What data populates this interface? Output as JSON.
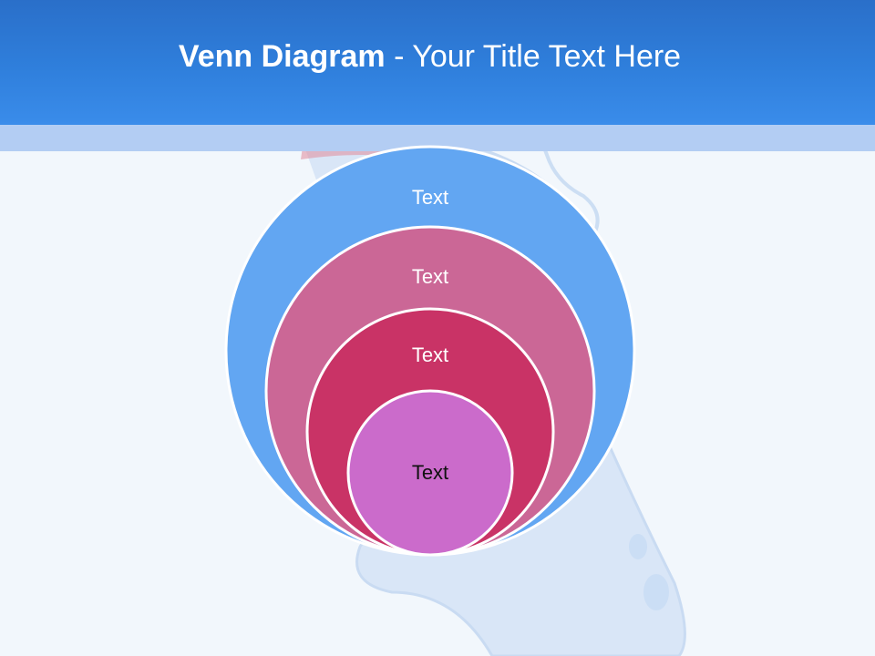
{
  "slide": {
    "title_bold": "Venn Diagram",
    "title_rest": " - Your Title Text Here"
  },
  "diagram": {
    "circles": [
      {
        "label": "Text",
        "fill": "#62a6f2",
        "text_color": "#ffffff"
      },
      {
        "label": "Text",
        "fill": "#cb6796",
        "text_color": "#ffffff"
      },
      {
        "label": "Text",
        "fill": "#c93366",
        "text_color": "#ffffff"
      },
      {
        "label": "Text",
        "fill": "#cb6bcb",
        "text_color": "#111111"
      }
    ],
    "outline_color": "#ffffff"
  }
}
